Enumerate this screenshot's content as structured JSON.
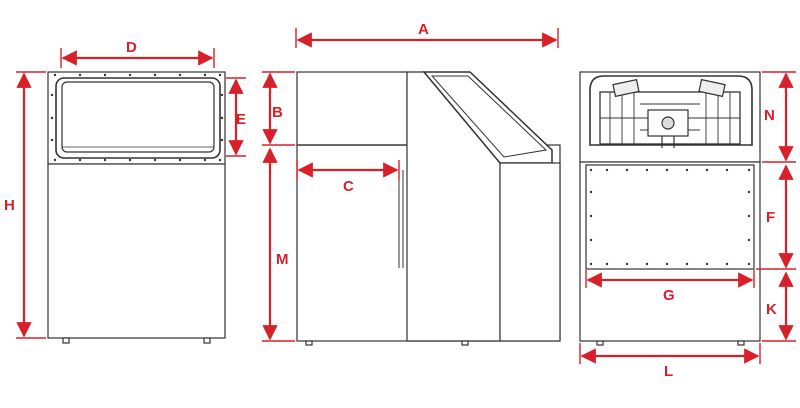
{
  "diagram": {
    "accent_color": "#d8202a",
    "line_color": "#333333",
    "panel_fill": "#ffffff",
    "front_view": {
      "labels": {
        "width_top": "D",
        "height_total": "H",
        "height_top": "E"
      }
    },
    "side_view": {
      "labels": {
        "depth_total": "A",
        "height_top": "B",
        "depth_duct": "C",
        "height_base": "M"
      }
    },
    "rear_view": {
      "labels": {
        "height_top": "N",
        "height_panel": "F",
        "width_panel": "G",
        "height_bottom": "K",
        "width_total": "L"
      }
    }
  }
}
